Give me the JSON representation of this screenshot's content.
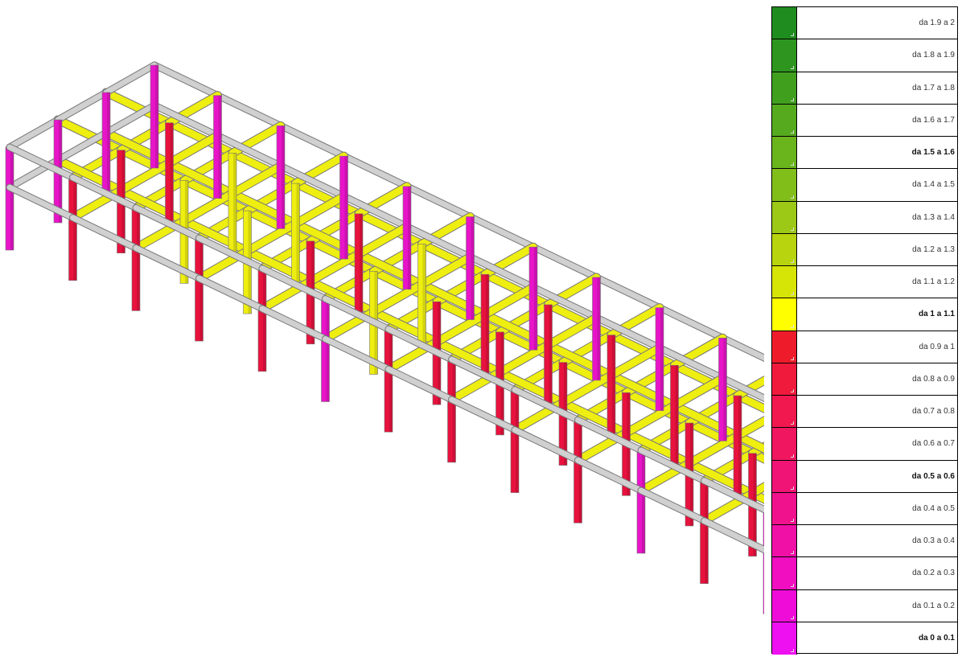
{
  "legend": {
    "items": [
      {
        "label": "da 1.9 a 2",
        "color": "#1e8c1e",
        "bold": false
      },
      {
        "label": "da 1.8 a 1.9",
        "color": "#2e961e",
        "bold": false
      },
      {
        "label": "da 1.7 a 1.8",
        "color": "#40a01e",
        "bold": false
      },
      {
        "label": "da 1.6 a 1.7",
        "color": "#55aa1e",
        "bold": false
      },
      {
        "label": "da 1.5 a 1.6",
        "color": "#6ab41c",
        "bold": true
      },
      {
        "label": "da 1.4 a 1.5",
        "color": "#82be1a",
        "bold": false
      },
      {
        "label": "da 1.3 a 1.4",
        "color": "#9cc816",
        "bold": false
      },
      {
        "label": "da 1.2 a 1.3",
        "color": "#b8d40e",
        "bold": false
      },
      {
        "label": "da 1.1 a 1.2",
        "color": "#d6e406",
        "bold": false
      },
      {
        "label": "da 1 a 1.1",
        "color": "#ffff00",
        "bold": true
      },
      {
        "label": "da 0.9 a 1",
        "color": "#ee1c2a",
        "bold": false
      },
      {
        "label": "da 0.8 a 0.9",
        "color": "#f01a3c",
        "bold": false
      },
      {
        "label": "da 0.7 a 0.8",
        "color": "#f0184e",
        "bold": false
      },
      {
        "label": "da 0.6 a 0.7",
        "color": "#f01660",
        "bold": false
      },
      {
        "label": "da 0.5 a 0.6",
        "color": "#f01476",
        "bold": true
      },
      {
        "label": "da 0.4 a 0.5",
        "color": "#f0128c",
        "bold": false
      },
      {
        "label": "da 0.3 a 0.4",
        "color": "#f010a6",
        "bold": false
      },
      {
        "label": "da 0.2 a 0.3",
        "color": "#f00ec0",
        "bold": false
      },
      {
        "label": "da 0.1 a 0.2",
        "color": "#f00cd8",
        "bold": false
      },
      {
        "label": "da 0 a 0.1",
        "color": "#ee10f0",
        "bold": true
      }
    ]
  },
  "model": {
    "colors": {
      "beam_gray": "#d0d0d0",
      "beam_yellow": "#eeee10",
      "col_red": "#e8123e",
      "col_magenta": "#e814c8",
      "col_yellow": "#eeee10",
      "outline": "#777777"
    }
  }
}
